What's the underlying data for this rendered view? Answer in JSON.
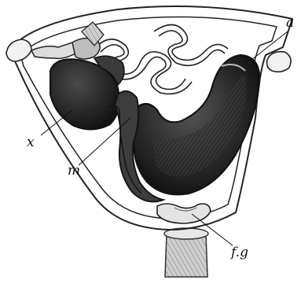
{
  "figure": {
    "labels": {
      "a": "a",
      "x": "x",
      "m": "m",
      "fg": "f.g"
    }
  }
}
